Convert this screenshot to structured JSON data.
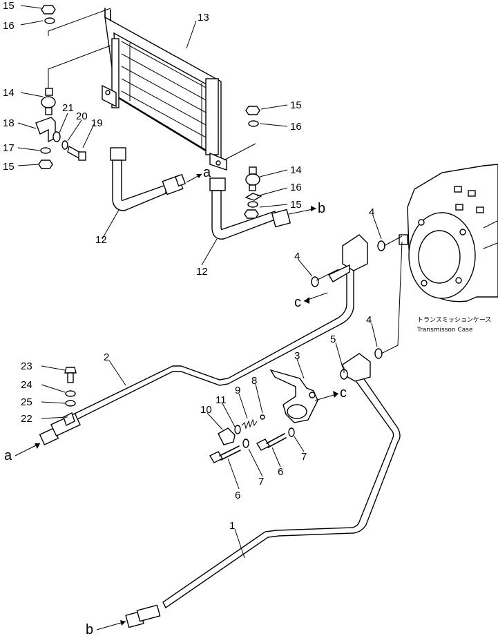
{
  "callouts": {
    "p1": "1",
    "p2": "2",
    "p3": "3",
    "p4a": "4",
    "p4b": "4",
    "p4c": "4",
    "p5": "5",
    "p6a": "6",
    "p6b": "6",
    "p7a": "7",
    "p7b": "7",
    "p8": "8",
    "p9": "9",
    "p10": "10",
    "p11": "11",
    "p12a": "12",
    "p12b": "12",
    "p13": "13",
    "p14a": "14",
    "p14b": "14",
    "p15a": "15",
    "p15b": "15",
    "p15c": "15",
    "p15d": "15",
    "p16a": "16",
    "p16b": "16",
    "p16c": "16",
    "p17": "17",
    "p18": "18",
    "p19": "19",
    "p20": "20",
    "p21": "21",
    "p22": "22",
    "p23": "23",
    "p24": "24",
    "p25": "25"
  },
  "connections": {
    "a_top": "a",
    "a_left": "a",
    "b_top": "b",
    "b_bottom": "b",
    "c_top": "c",
    "c_mid": "c"
  },
  "transmission": {
    "label_jp": "トランスミッションケース",
    "label_en": "Transmisson Case"
  }
}
